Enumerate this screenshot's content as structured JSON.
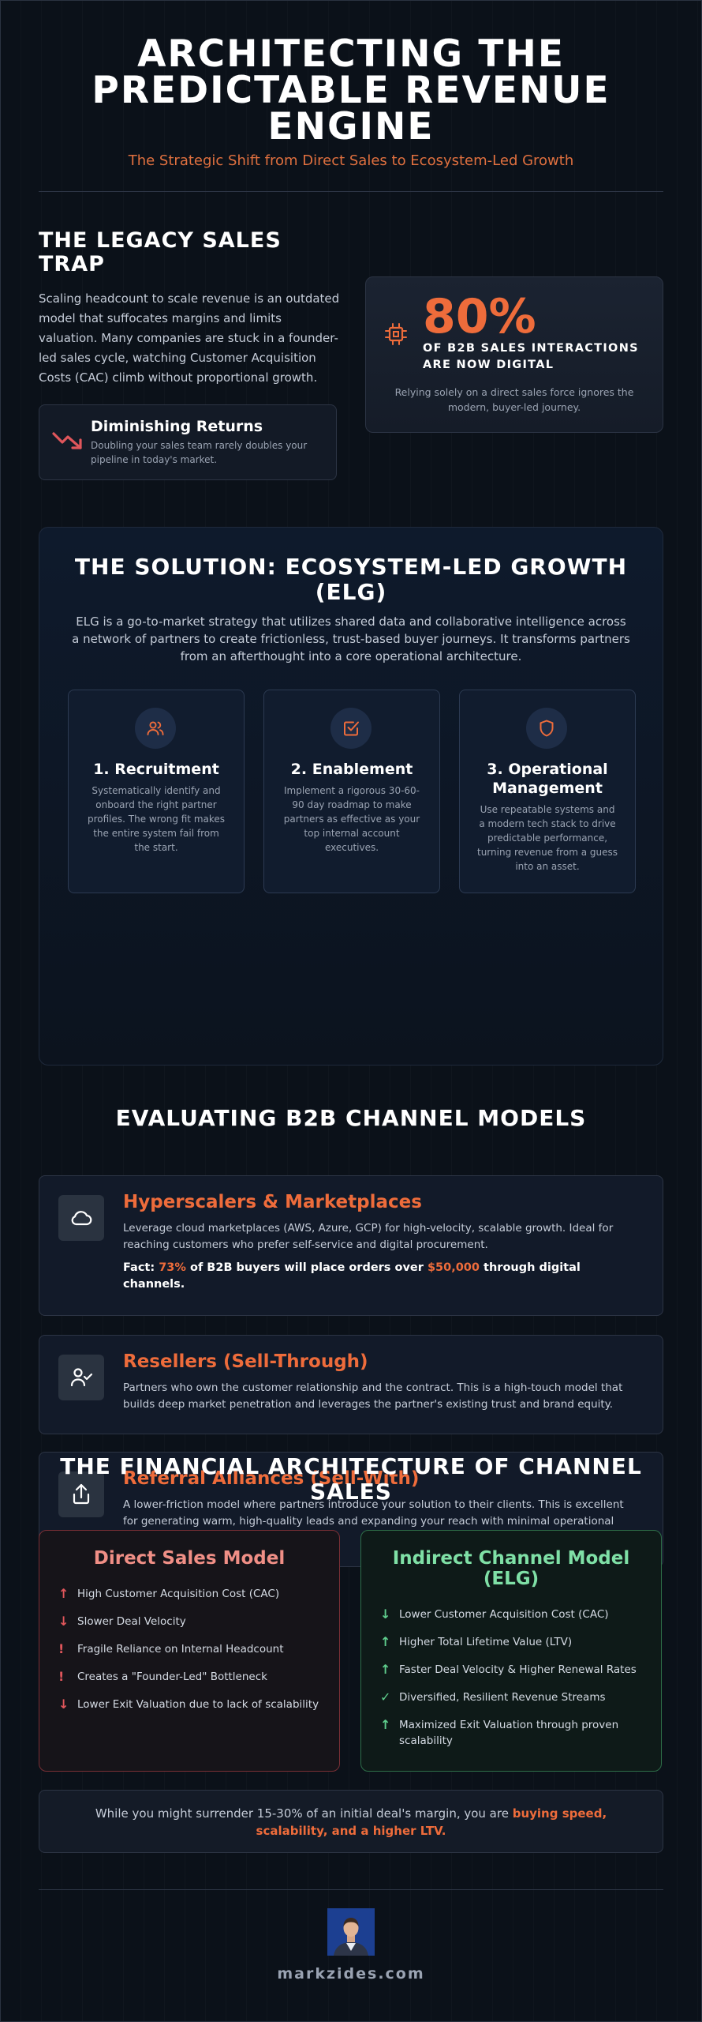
{
  "header": {
    "title": "ARCHITECTING THE PREDICTABLE REVENUE ENGINE",
    "subtitle": "The Strategic Shift from Direct Sales to Ecosystem-Led Growth"
  },
  "legacy": {
    "title": "THE LEGACY SALES TRAP",
    "body": "Scaling headcount to scale revenue is an outdated model that suffocates margins and limits valuation. Many companies are stuck in a founder-led sales cycle, watching Customer Acquisition Costs (CAC) climb without proportional growth.",
    "diminishing": {
      "icon": "trending-down-icon",
      "title": "Diminishing Returns",
      "text": "Doubling your sales team rarely doubles your pipeline in today's market."
    },
    "stat": {
      "icon": "cpu-chip-icon",
      "value": "80%",
      "label": "OF B2B SALES INTERACTIONS ARE NOW DIGITAL",
      "note": "Relying solely on a direct sales force ignores the modern, buyer-led journey."
    }
  },
  "solution": {
    "title": "THE SOLUTION: ECOSYSTEM-LED GROWTH (ELG)",
    "description": "ELG is a go-to-market strategy that utilizes shared data and collaborative intelligence across a network of partners to create frictionless, trust-based buyer journeys. It transforms partners from an afterthought into a core operational architecture.",
    "pillars": [
      {
        "icon": "users-icon",
        "title": "1. Recruitment",
        "text": "Systematically identify and onboard the right partner profiles. The wrong fit makes the entire system fail from the start."
      },
      {
        "icon": "checkbox-icon",
        "title": "2. Enablement",
        "text": "Implement a rigorous 30-60-90 day roadmap to make partners as effective as your top internal account executives."
      },
      {
        "icon": "shield-icon",
        "title": "3. Operational Management",
        "text": "Use repeatable systems and a modern tech stack to drive predictable performance, turning revenue from a guess into an asset."
      }
    ]
  },
  "channels": {
    "title": "EVALUATING B2B CHANNEL MODELS",
    "models": [
      {
        "icon": "cloud-icon",
        "title": "Hyperscalers & Marketplaces",
        "text": "Leverage cloud marketplaces (AWS, Azure, GCP) for high-velocity, scalable growth. Ideal for reaching customers who prefer self-service and digital procurement.",
        "fact": {
          "prefix": "Fact: ",
          "pct": "73%",
          "middle": " of B2B buyers will place orders over ",
          "amount": "$50,000",
          "suffix": " through digital channels."
        }
      },
      {
        "icon": "user-check-icon",
        "title": "Resellers (Sell-Through)",
        "text": "Partners who own the customer relationship and the contract. This is a high-touch model that builds deep market penetration and leverages the partner's existing trust and brand equity."
      },
      {
        "icon": "share-upload-icon",
        "title": "Referral Alliances (Sell-With)",
        "text": "A lower-friction model where partners introduce your solution to their clients. This is excellent for generating warm, high-quality leads and expanding your reach with minimal operational overhead."
      }
    ]
  },
  "financial": {
    "title": "THE FINANCIAL ARCHITECTURE OF CHANNEL SALES",
    "direct": {
      "title": "Direct Sales Model",
      "items": [
        {
          "mark": "↑",
          "text": "High Customer Acquisition Cost (CAC)"
        },
        {
          "mark": "↓",
          "text": "Slower Deal Velocity"
        },
        {
          "mark": "!",
          "text": "Fragile Reliance on Internal Headcount"
        },
        {
          "mark": "!",
          "text": "Creates a \"Founder-Led\" Bottleneck"
        },
        {
          "mark": "↓",
          "text": "Lower Exit Valuation due to lack of scalability"
        }
      ]
    },
    "indirect": {
      "title": "Indirect Channel Model (ELG)",
      "items": [
        {
          "mark": "↓",
          "text": "Lower Customer Acquisition Cost (CAC)"
        },
        {
          "mark": "↑",
          "text": "Higher Total Lifetime Value (LTV)"
        },
        {
          "mark": "↑",
          "text": "Faster Deal Velocity & Higher Renewal Rates"
        },
        {
          "mark": "✓",
          "text": "Diversified, Resilient Revenue Streams"
        },
        {
          "mark": "↑",
          "text": "Maximized Exit Valuation through proven scalability"
        }
      ]
    },
    "callout": {
      "prefix": "While you might surrender 15-30% of an initial deal's margin, you are ",
      "highlight": "buying speed, scalability, and a higher LTV."
    }
  },
  "footer": {
    "site": "markzides.com"
  },
  "colors": {
    "accent": "#ee6c3b",
    "background": "#0b1119",
    "direct_title": "#f08f86",
    "indirect_title": "#7fe0a6",
    "negative": "#e0565b",
    "positive": "#5fce8d"
  }
}
